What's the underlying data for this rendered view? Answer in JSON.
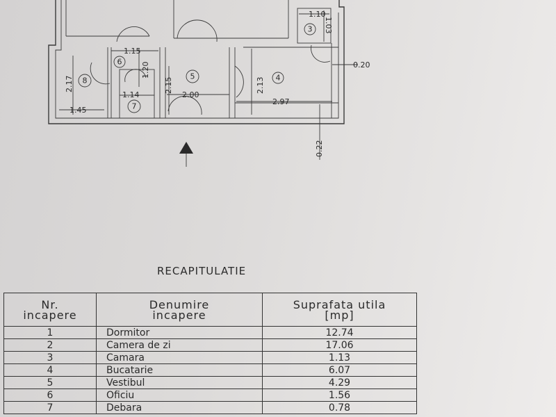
{
  "plan": {
    "dimensions": [
      "1.10",
      "1.03",
      "0.20",
      "1.15",
      "1.20",
      "2.15",
      "2.13",
      "2.17",
      "1.14",
      "2.00",
      "2.97",
      "1.45",
      "0.22"
    ],
    "room_ids": [
      "3",
      "6",
      "5",
      "4",
      "8",
      "7"
    ]
  },
  "recap": {
    "title": "RECAPITULATIE",
    "headers": {
      "nr_line1": "Nr.",
      "nr_line2": "incapere",
      "name_line1": "Denumire",
      "name_line2": "incapere",
      "area_line1": "Suprafata utila",
      "area_line2": "[mp]"
    },
    "rows": [
      {
        "nr": "1",
        "name": "Dormitor",
        "area": "12.74"
      },
      {
        "nr": "2",
        "name": "Camera de zi",
        "area": "17.06"
      },
      {
        "nr": "3",
        "name": "Camara",
        "area": "1.13"
      },
      {
        "nr": "4",
        "name": "Bucatarie",
        "area": "6.07"
      },
      {
        "nr": "5",
        "name": "Vestibul",
        "area": "4.29"
      },
      {
        "nr": "6",
        "name": "Oficiu",
        "area": "1.56"
      },
      {
        "nr": "7",
        "name": "Debara",
        "area": "0.78"
      }
    ]
  }
}
